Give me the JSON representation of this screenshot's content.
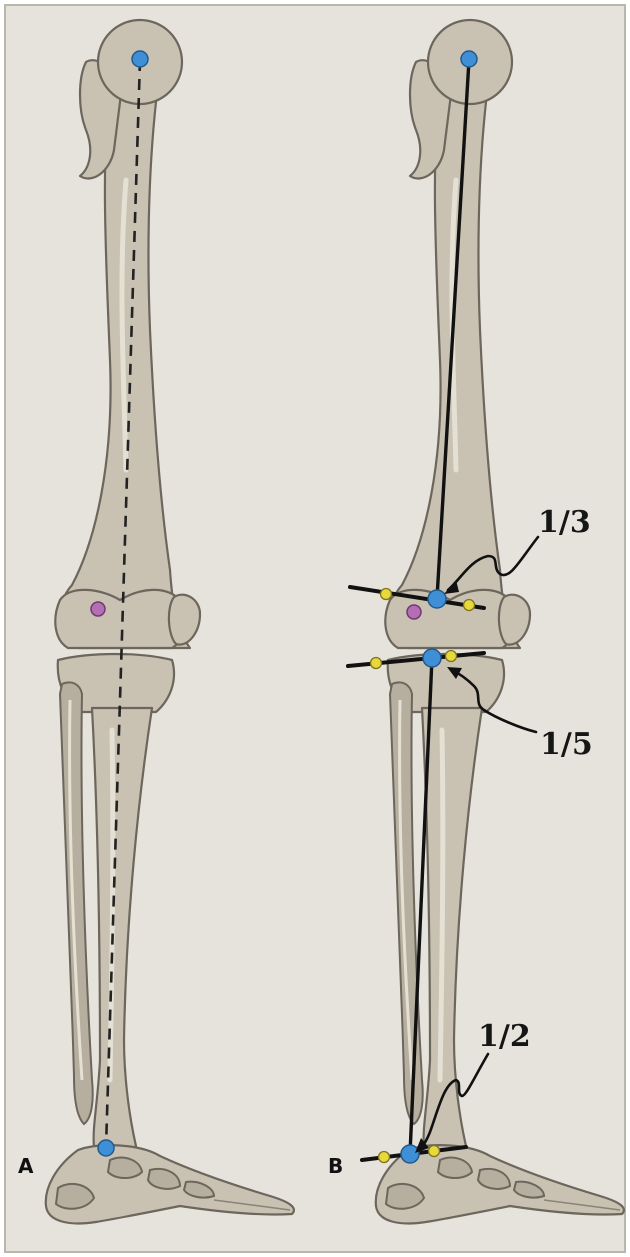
{
  "panels": [
    {
      "label": "A"
    },
    {
      "label": "B"
    }
  ],
  "annotations": {
    "femur_fraction": "1/3",
    "tibia_plateau_fraction": "1/5",
    "ankle_fraction": "1/2"
  },
  "colors": {
    "background": "#e5e3dc",
    "bone": "#c9c2b3",
    "center_point": "#3f8fd6",
    "reference_point": "#e9d83a",
    "condyle_point": "#b46fb4"
  }
}
